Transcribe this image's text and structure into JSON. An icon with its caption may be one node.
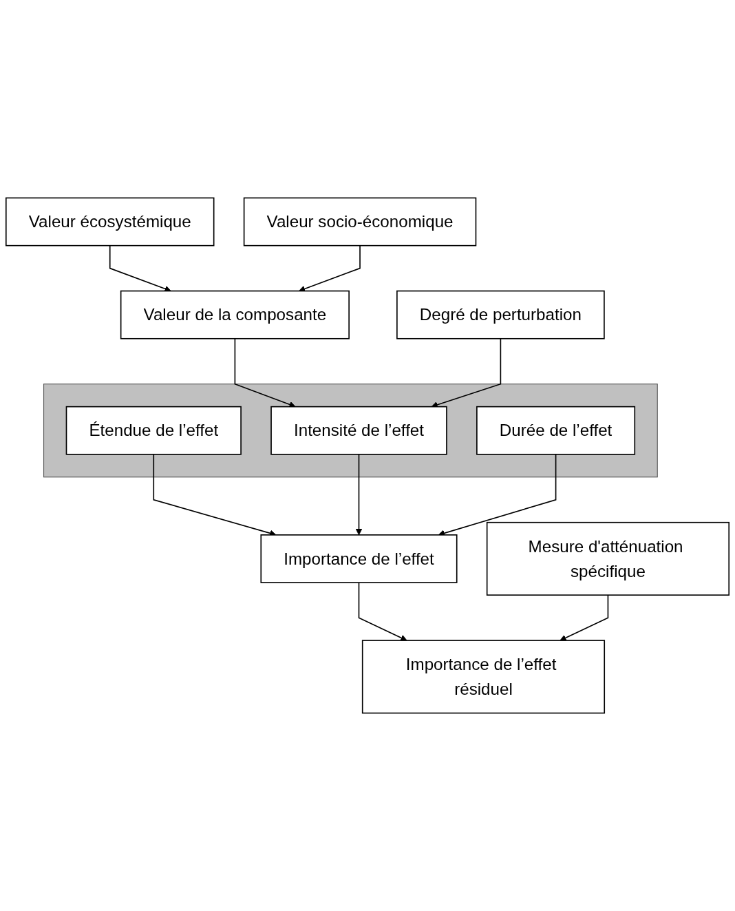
{
  "diagram": {
    "nodes": [
      {
        "text": [
          "Valeur écosystémique"
        ]
      },
      {
        "text": [
          "Valeur socio-économique"
        ]
      },
      {
        "text": [
          "Valeur de la composante"
        ]
      },
      {
        "text": [
          "Degré de perturbation"
        ]
      },
      {
        "text": [],
        "shape": "box"
      },
      {
        "text": [
          "Étendue de l’effet"
        ],
        "in": 4
      },
      {
        "text": [
          "Intensité de l’effet"
        ],
        "in": 4
      },
      {
        "text": [
          "Durée de l’effet"
        ],
        "in": 4
      },
      {
        "text": [
          "Importance de l’effet"
        ]
      },
      {
        "text": [
          "Mesure d'atténuation spécifique"
        ]
      },
      {
        "text": [
          "Importance de l’effet résiduel"
        ]
      }
    ],
    "edges": [
      {
        "from": 0,
        "to": 2,
        "arrow": "to"
      },
      {
        "from": 1,
        "to": 2,
        "arrow": "to"
      },
      {
        "from": 2,
        "to": 6,
        "arrow": "to"
      },
      {
        "from": 3,
        "to": 6,
        "arrow": "to"
      },
      {
        "from": 5,
        "to": 8,
        "arrow": "to"
      },
      {
        "from": 6,
        "to": 8,
        "arrow": "to"
      },
      {
        "from": 7,
        "to": 8,
        "arrow": "to"
      },
      {
        "from": 8,
        "to": 10,
        "arrow": "to"
      },
      {
        "from": 9,
        "to": 10,
        "arrow": "to"
      }
    ]
  }
}
